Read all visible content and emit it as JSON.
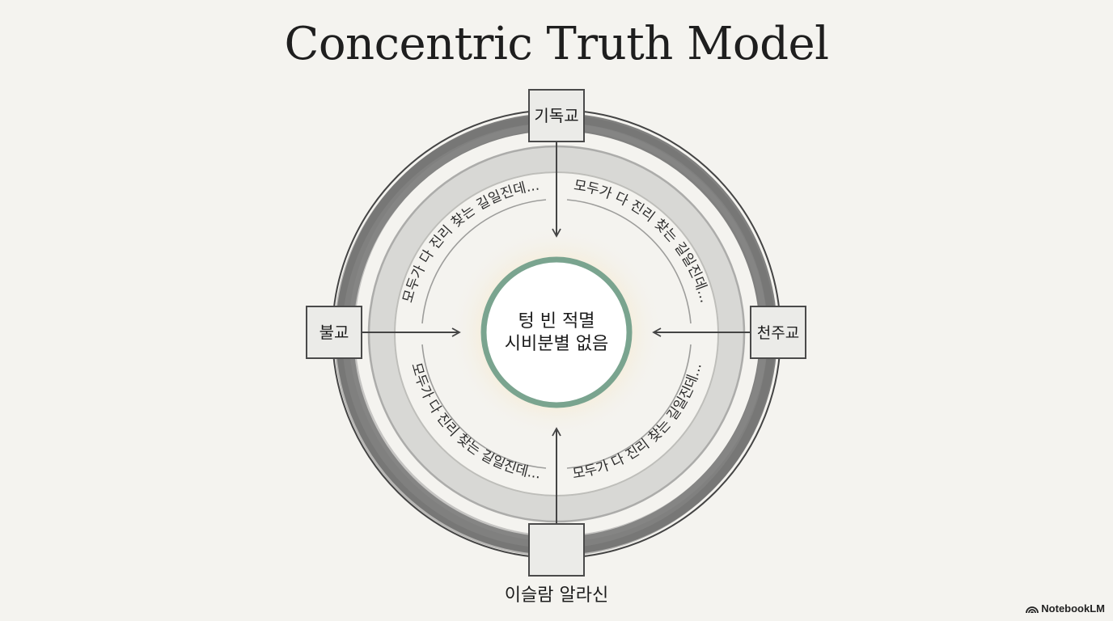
{
  "title": "Concentric Truth Model",
  "center": {
    "line1": "텅 빈 적멸",
    "line2": "시비분별 없음"
  },
  "religions": {
    "top": "기독교",
    "left": "불교",
    "right": "천주교",
    "bottom": "이슬람 알라신"
  },
  "path_text": "모두가 다 진리 찾는 길일진데...",
  "brand": "NotebookLM",
  "colors": {
    "background": "#f4f3ef",
    "center_ring": "#7aa48f",
    "ink": "#3a3a3a"
  }
}
